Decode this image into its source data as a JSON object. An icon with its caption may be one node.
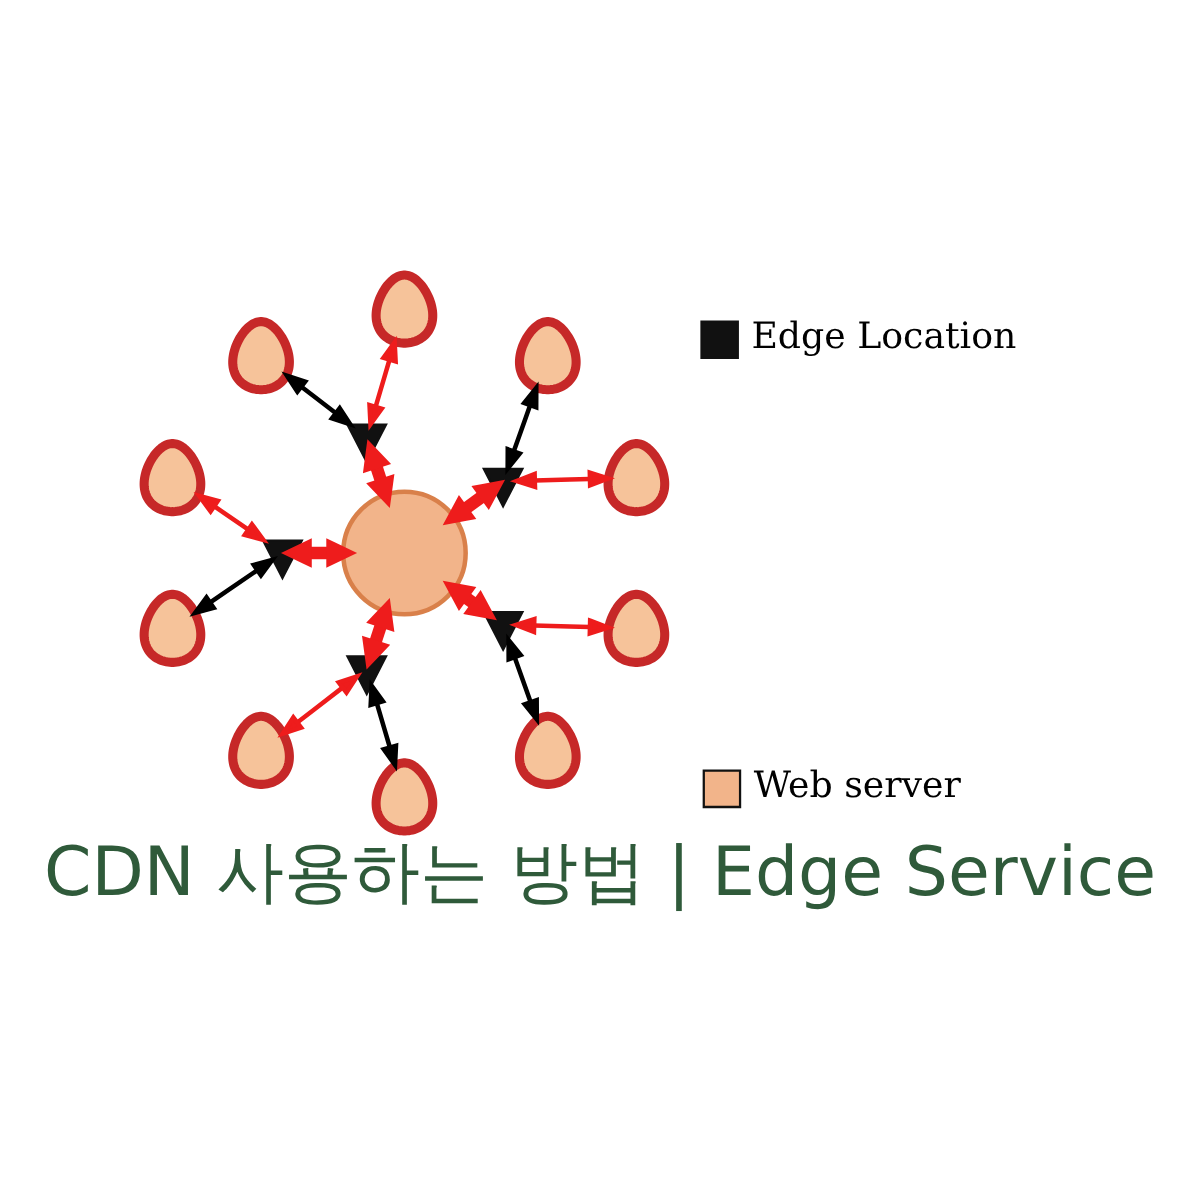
{
  "diagram": {
    "title": "CDN 사용하는 방법 | Edge Service",
    "nodes": [
      {
        "text": [],
        "shape": "person"
      },
      {
        "text": [],
        "shape": "circle"
      },
      {
        "text": [],
        "shape": "pin"
      },
      {
        "text": [],
        "shape": "pin"
      },
      {
        "text": [],
        "shape": "person"
      },
      {
        "text": [],
        "shape": "person"
      },
      {
        "text": [],
        "shape": "person"
      },
      {
        "text": [],
        "shape": "pin"
      },
      {
        "text": [],
        "shape": "person"
      },
      {
        "text": [],
        "shape": "pin"
      },
      {
        "text": [],
        "shape": "person"
      },
      {
        "text": [],
        "shape": "person"
      },
      {
        "text": [],
        "shape": "pin"
      },
      {
        "text": [],
        "shape": "person"
      },
      {
        "text": [],
        "shape": "person"
      },
      {
        "text": [],
        "shape": "person"
      }
    ],
    "edges": [
      {
        "from": 1,
        "to": 2,
        "arrow": "both",
        "style": "thick"
      },
      {
        "from": 1,
        "to": 3,
        "arrow": "both",
        "style": "thick"
      },
      {
        "from": 1,
        "to": 7,
        "arrow": "both",
        "style": "thick"
      },
      {
        "from": 1,
        "to": 9,
        "arrow": "both",
        "style": "thick"
      },
      {
        "from": 1,
        "to": 12,
        "arrow": "both",
        "style": "thick"
      },
      {
        "from": 0,
        "to": 2,
        "arrow": "both"
      },
      {
        "from": 5,
        "to": 2,
        "arrow": "both",
        "color": "#000000"
      },
      {
        "from": 3,
        "to": 4,
        "arrow": "both"
      },
      {
        "from": 3,
        "to": 6,
        "arrow": "both",
        "color": "#000000"
      },
      {
        "from": 7,
        "to": 10,
        "arrow": "both"
      },
      {
        "from": 7,
        "to": 13,
        "arrow": "both",
        "color": "#000000"
      },
      {
        "from": 9,
        "to": 11,
        "arrow": "both"
      },
      {
        "from": 9,
        "to": 14,
        "arrow": "both",
        "color": "#000000"
      },
      {
        "from": 8,
        "to": 12,
        "arrow": "both"
      },
      {
        "from": 12,
        "to": 15,
        "arrow": "both",
        "color": "#000000"
      }
    ],
    "legend": [
      {
        "text": "Edge Location"
      },
      {
        "text": "Web server"
      }
    ]
  }
}
